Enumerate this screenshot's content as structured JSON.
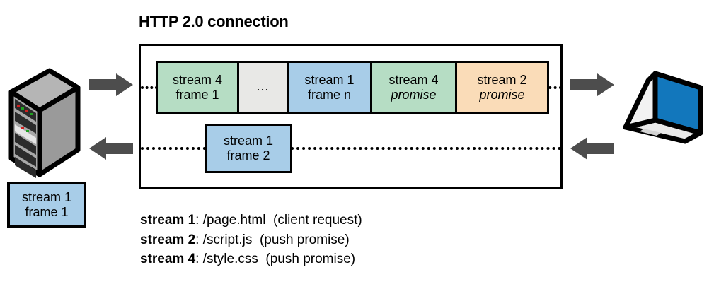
{
  "diagram": {
    "title": "HTTP 2.0 connection",
    "colors": {
      "green": "#b6ddc4",
      "blue": "#a8cde8",
      "orange": "#fadcb8",
      "gray": "#e8e8e6",
      "arrow": "#4d4d4d",
      "outline": "#000000",
      "laptop_screen": "#1277bc",
      "server_body": "#8a8a8a"
    },
    "frames_top": [
      {
        "line1": "stream 4",
        "line2": "frame 1",
        "color": "green",
        "italic2": false,
        "width": 115
      },
      {
        "line1": "",
        "line2": "...",
        "color": "gray",
        "italic2": false,
        "width": 70
      },
      {
        "line1": "stream 1",
        "line2": "frame n",
        "color": "blue",
        "italic2": false,
        "width": 118
      },
      {
        "line1": "stream 4",
        "line2": "promise",
        "color": "green",
        "italic2": true,
        "width": 120
      },
      {
        "line1": "stream 2",
        "line2": "promise",
        "color": "orange",
        "italic2": true,
        "width": 127
      }
    ],
    "frame_second_row": {
      "line1": "stream 1",
      "line2": "frame 2",
      "color": "blue"
    },
    "frame_standalone": {
      "line1": "stream 1",
      "line2": "frame 1",
      "color": "blue"
    },
    "legend": [
      {
        "stream": "stream 1",
        "sep": ": ",
        "path": "/page.html",
        "note": "(client request)"
      },
      {
        "stream": "stream 2",
        "sep": ": ",
        "path": "/script.js",
        "note": "(push promise)"
      },
      {
        "stream": "stream 4",
        "sep": ": ",
        "path": "/style.css",
        "note": "(push promise)"
      }
    ],
    "icons": {
      "server": "server-icon",
      "laptop": "laptop-icon",
      "arrow_right_left_side": "arrow-right-icon",
      "arrow_left_left_side": "arrow-left-icon",
      "arrow_right_right_side": "arrow-right-icon",
      "arrow_left_right_side": "arrow-left-icon"
    }
  }
}
